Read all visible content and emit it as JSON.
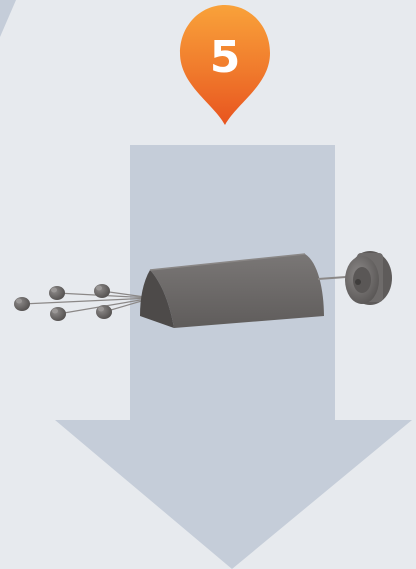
{
  "step_badge": {
    "number": "5",
    "color": "#ef6a2a",
    "color_light": "#f7962f"
  },
  "background_color": "#e7eaee",
  "flow_arrow": {
    "direction": "down",
    "color": "#c5cdd9"
  },
  "process": {
    "inputs": [
      "bobbin",
      "bobbin",
      "bobbin",
      "bobbin",
      "bobbin"
    ],
    "machine": "extruder-die",
    "output": "take-up-reel"
  }
}
